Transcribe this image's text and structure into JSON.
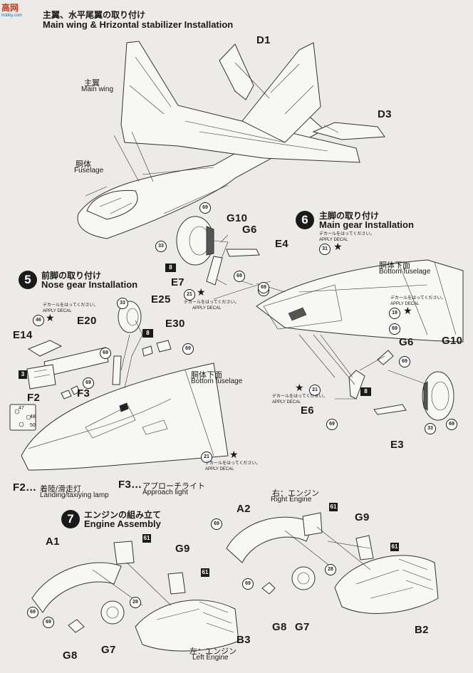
{
  "watermark": {
    "line1": "高",
    "line2": "网",
    "sub": "hobby.com"
  },
  "step4": {
    "title_jp": "主翼、水平尾翼の取り付け",
    "title_en": "Main wing & Hrizontal stabilizer Installation"
  },
  "step5": {
    "num": "5",
    "title_jp": "前脚の取り付け",
    "title_en": "Nose gear Installation"
  },
  "step6": {
    "num": "6",
    "title_jp": "主脚の取り付け",
    "title_en": "Main gear Installation"
  },
  "step7": {
    "num": "7",
    "title_jp": "エンジンの組み立て",
    "title_en": "Engine Assembly"
  },
  "labels": {
    "main_wing_jp": "主翼",
    "main_wing_en": "Main wing",
    "fuselage_jp": "胴体",
    "fuselage_en": "Fuselage",
    "bottom_fuselage_jp": "胴体下面",
    "bottom_fuselage_en": "Bottom fuselage",
    "right_engine_jp": "右：エンジン",
    "right_engine_en": "Right Engine",
    "left_engine_jp": "左：エンジン",
    "left_engine_en": "Left Engine"
  },
  "parts": {
    "D1": "D1",
    "D3": "D3",
    "G10": "G10",
    "G6": "G6",
    "E4": "E4",
    "E7": "E7",
    "E25": "E25",
    "E20": "E20",
    "E14": "E14",
    "E30": "E30",
    "F2": "F2",
    "F3": "F3",
    "E6": "E6",
    "E3": "E3",
    "A1": "A1",
    "A2": "A2",
    "G9": "G9",
    "G8": "G8",
    "G7": "G7",
    "B2": "B2",
    "B3": "B3"
  },
  "colors": {
    "c69": "69",
    "c33": "33",
    "c8": "8",
    "c3": "3",
    "c61": "61",
    "c28": "28"
  },
  "decals": {
    "d31": "31",
    "d21": "21",
    "d46": "46",
    "d19": "19",
    "d47": "47",
    "d48": "48",
    "d50": "50",
    "apply_jp": "デカールをはってください。",
    "apply_en": "APPLY DECAL"
  },
  "legend": {
    "f2": "F2…",
    "f2_jp": "着陸/滑走灯",
    "f2_en": "Landing/taxiying lamp",
    "f3": "F3…",
    "f3_jp": "アプローチライト",
    "f3_en": "Approach light"
  }
}
